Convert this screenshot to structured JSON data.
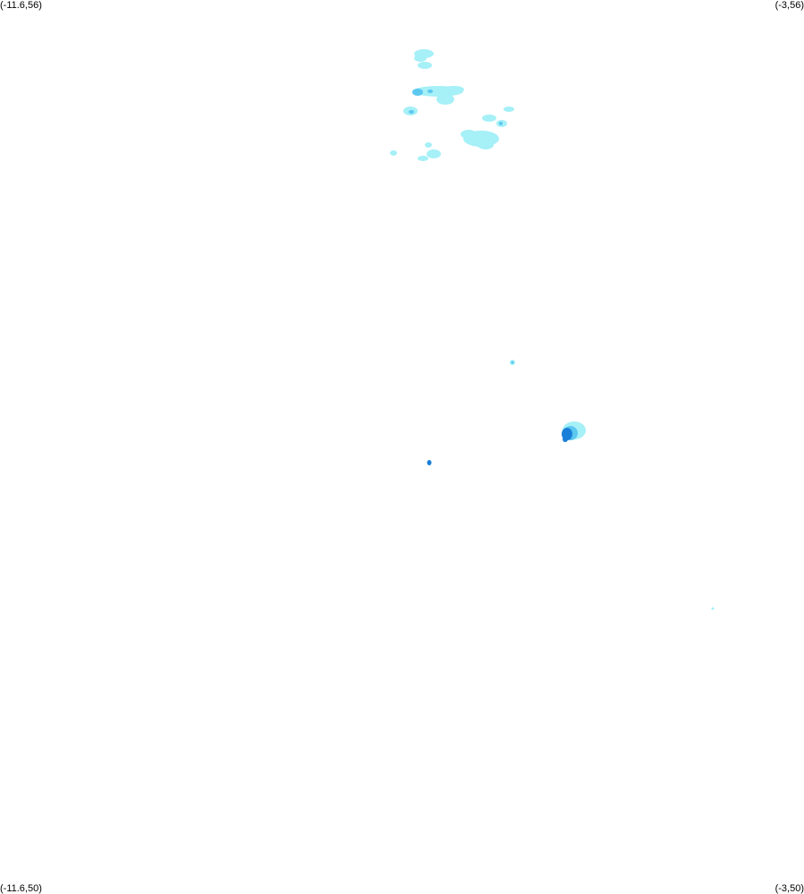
{
  "corner_labels": {
    "top_left": "(-11.6,56)",
    "top_right": "(-3,56)",
    "bottom_left": "(-11.6,50)",
    "bottom_right": "(-3,50)"
  },
  "palette": {
    "light": "#a6f0f7",
    "medium": "#5cc8f0",
    "dark": "#1a7fd8"
  }
}
